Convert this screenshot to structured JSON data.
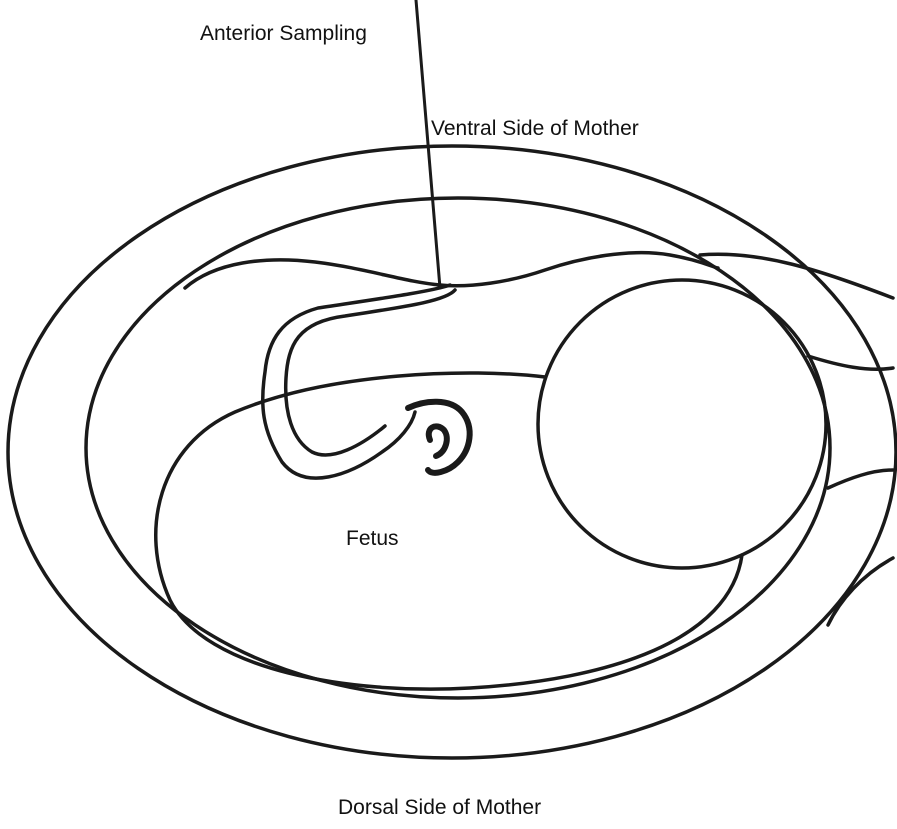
{
  "diagram": {
    "labels": {
      "anterior_sampling": "Anterior Sampling",
      "ventral_side": "Ventral Side of Mother",
      "fetus": "Fetus",
      "dorsal_side": "Dorsal Side of Mother"
    }
  }
}
